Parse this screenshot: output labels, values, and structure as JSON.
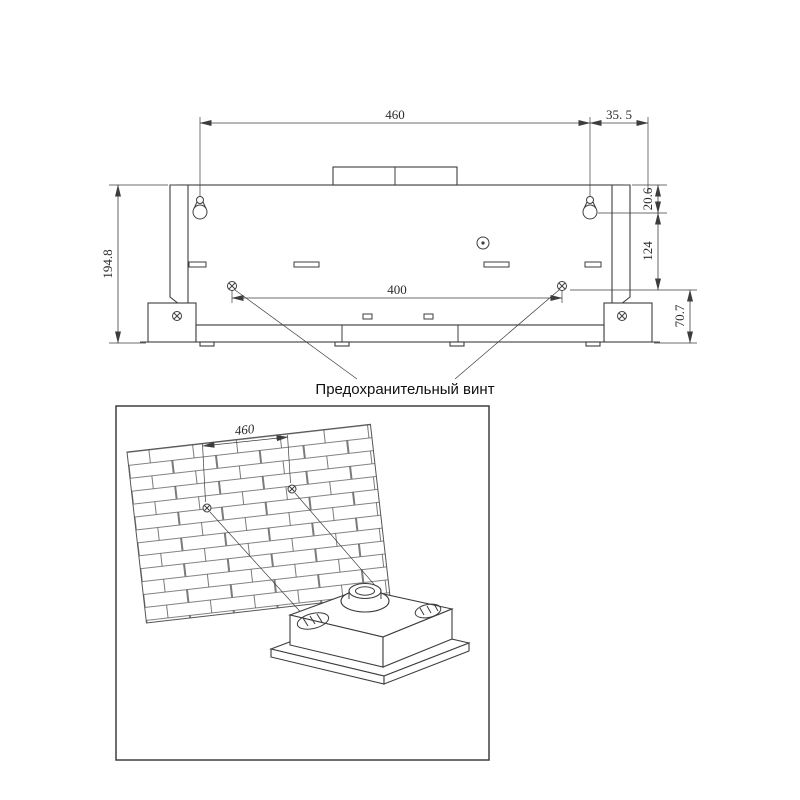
{
  "drawing": {
    "safety_screw_label": "Предохранительный винт",
    "dimensions": {
      "mount_hole_spacing": "460",
      "offset_top_right": "35. 5",
      "hole_from_top": "20.6",
      "hole_to_screw": "124",
      "total_height": "194.8",
      "safety_screw_spacing": "400",
      "bottom_section_height": "70.7"
    }
  },
  "illustration": {
    "wall_screw_spacing": "460"
  },
  "colors": {
    "line": "#3d3d3d",
    "background": "#ffffff"
  }
}
